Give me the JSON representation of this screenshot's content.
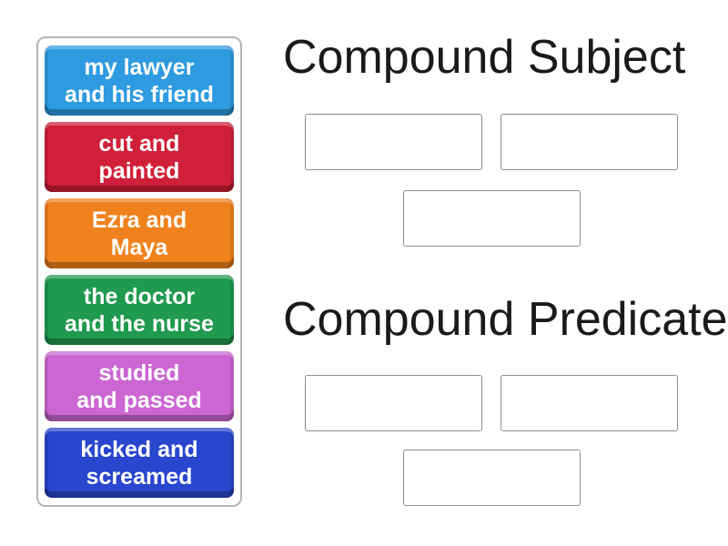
{
  "activity": {
    "type_hint": "group-sort drag and drop",
    "background_color": "#ffffff",
    "tile_text_color": "#ffffff",
    "slot_border_color": "#8f8f8f",
    "title_color": "#1a1a1a"
  },
  "tiles": [
    {
      "label": "my lawyer and his friend",
      "line1": "my lawyer",
      "line2": "and his friend",
      "color": "#2e9be0"
    },
    {
      "label": "cut and painted",
      "line1": "cut and",
      "line2": "painted",
      "color": "#d02039"
    },
    {
      "label": "Ezra and Maya",
      "line1": "Ezra and",
      "line2": "Maya",
      "color": "#f0821e"
    },
    {
      "label": "the doctor and the nurse",
      "line1": "the doctor",
      "line2": "and the nurse",
      "color": "#1f9a4e"
    },
    {
      "label": "studied and passed",
      "line1": "studied",
      "line2": "and passed",
      "color": "#cc66d2"
    },
    {
      "label": "kicked and screamed",
      "line1": "kicked and",
      "line2": "screamed",
      "color": "#2946ce"
    }
  ],
  "groups": [
    {
      "title": "Compound Subject",
      "empty_slots": 3
    },
    {
      "title": "Compound Predicate",
      "empty_slots": 3
    }
  ]
}
